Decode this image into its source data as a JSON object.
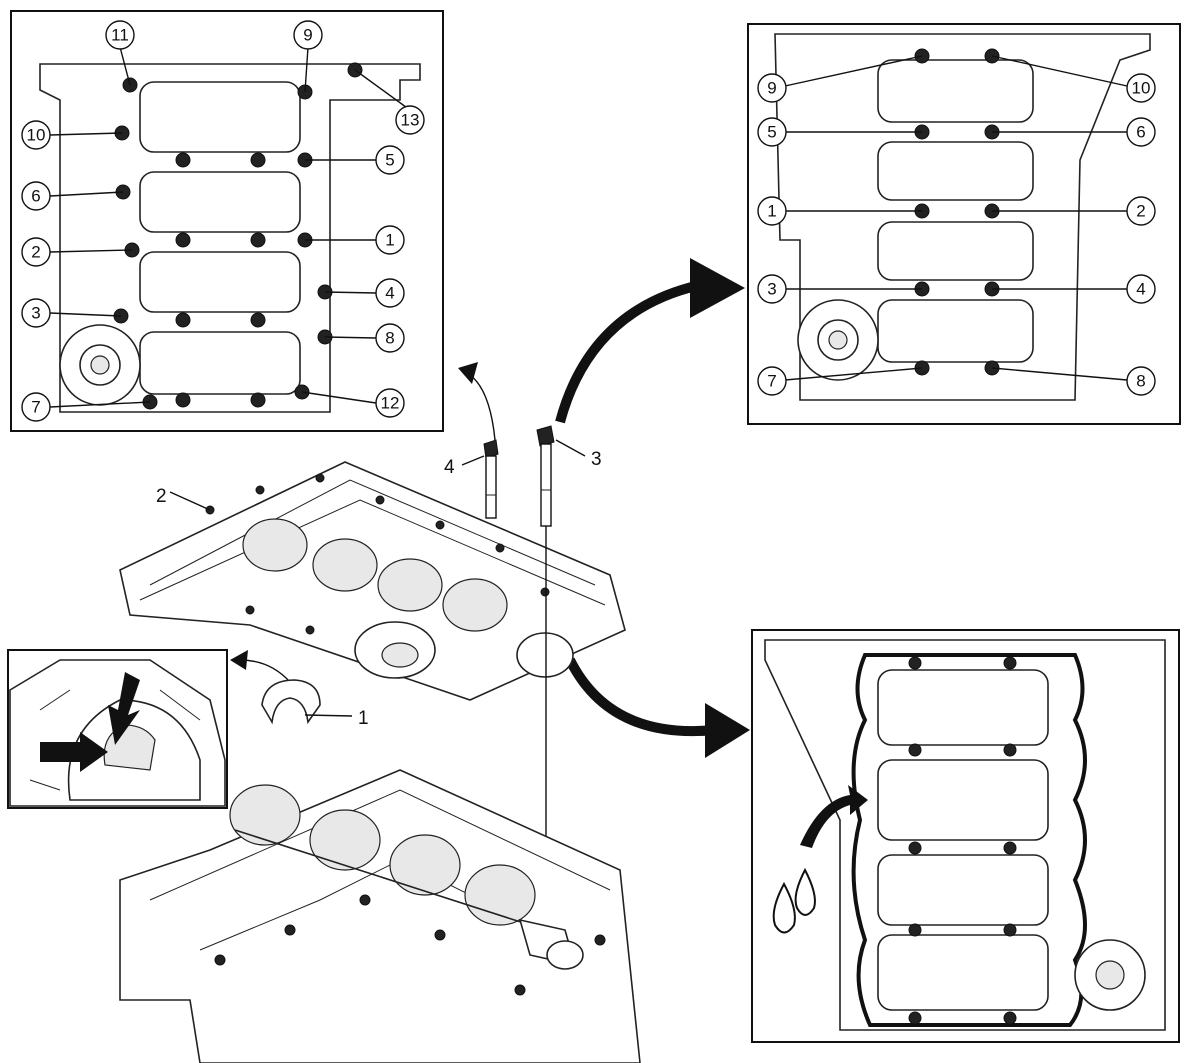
{
  "panel_top_left": {
    "callouts": [
      "11",
      "9",
      "13",
      "10",
      "5",
      "6",
      "1",
      "2",
      "4",
      "3",
      "8",
      "7",
      "12"
    ]
  },
  "panel_top_right": {
    "callouts": [
      "9",
      "10",
      "5",
      "6",
      "1",
      "2",
      "3",
      "4",
      "7",
      "8"
    ]
  },
  "center_labels": {
    "bearing": "1",
    "bedplate": "2",
    "bolt_long": "3",
    "bolt_short": "4"
  }
}
